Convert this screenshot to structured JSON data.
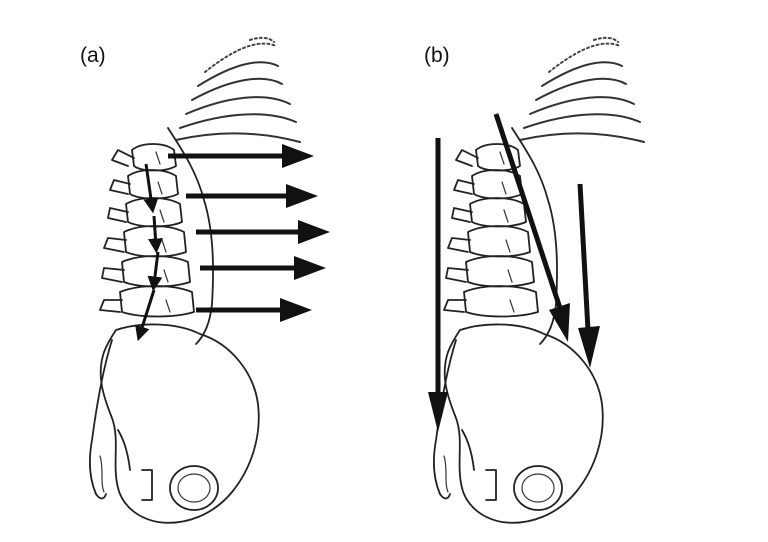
{
  "panels": [
    {
      "id": "a",
      "label": "(a)"
    },
    {
      "id": "b",
      "label": "(b)"
    }
  ],
  "colors": {
    "ink": "#111111",
    "bone": "#222222",
    "background": "#ffffff"
  }
}
